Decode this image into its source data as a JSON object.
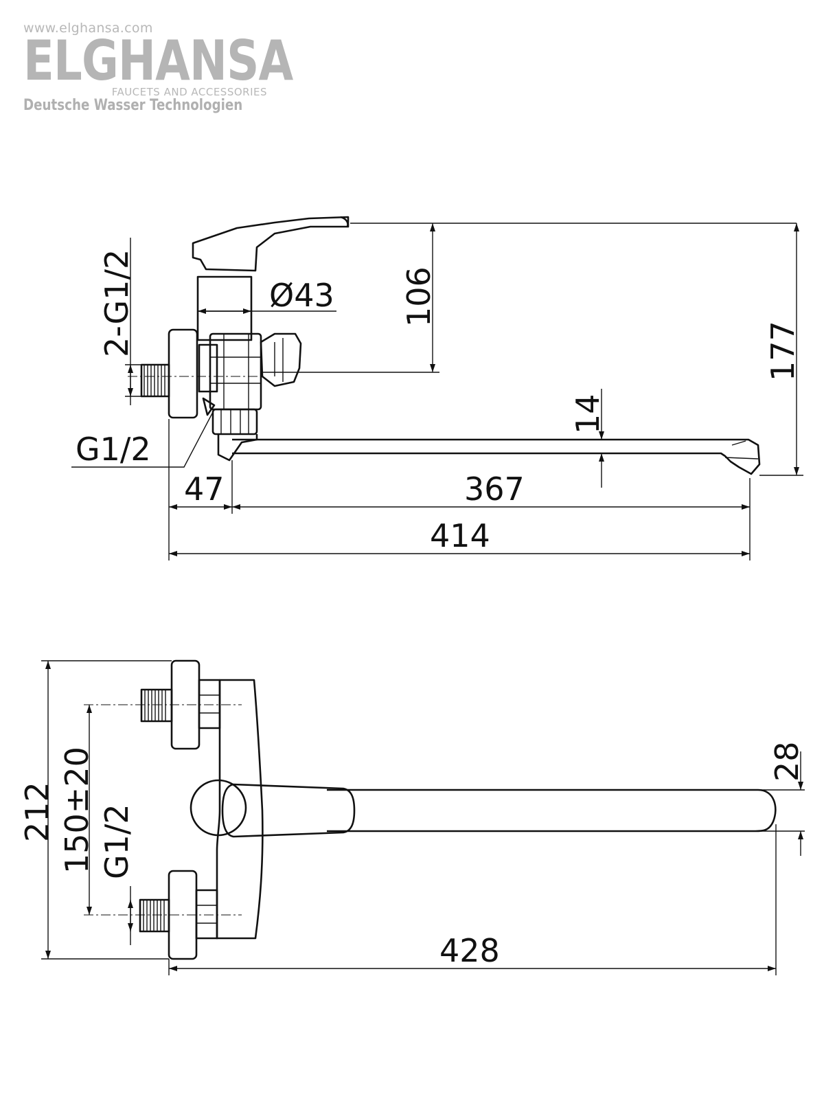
{
  "logo": {
    "url": "www.elghansa.com",
    "brand": "ELGHANSA",
    "tagline": "FAUCETS AND ACCESSORIES",
    "subtitle": "Deutsche Wasser Technologien"
  },
  "side_view": {
    "dims": {
      "inlet_thread": "2-G1/2",
      "body_diameter": "Ø43",
      "handle_height": "106",
      "total_height": "177",
      "spout_thickness": "14",
      "outlet_thread": "G1/2",
      "wall_offset": "47",
      "spout_reach": "367",
      "total_length": "414"
    }
  },
  "top_view": {
    "dims": {
      "total_width": "212",
      "inlet_spacing": "150±20",
      "inlet_thread": "G1/2",
      "spout_width": "28",
      "total_length": "428"
    }
  },
  "colors": {
    "line": "#111111",
    "logo": "#b5b5b5"
  }
}
